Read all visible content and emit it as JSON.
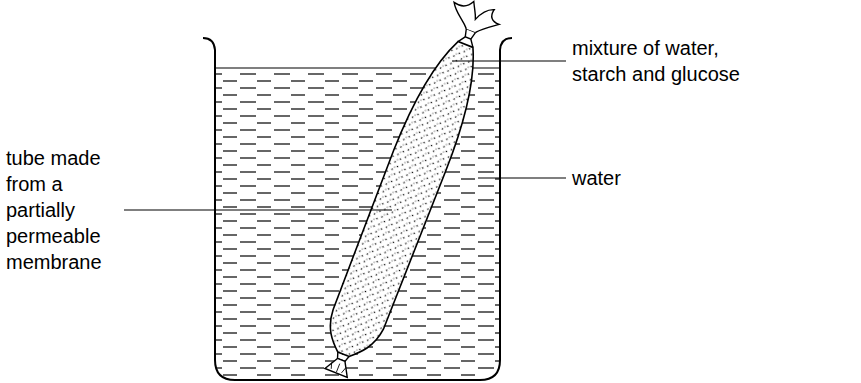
{
  "diagram": {
    "labels": [
      "tube made from a partially permeable membrane",
      "mixture of water, starch and glucose",
      "water"
    ]
  }
}
